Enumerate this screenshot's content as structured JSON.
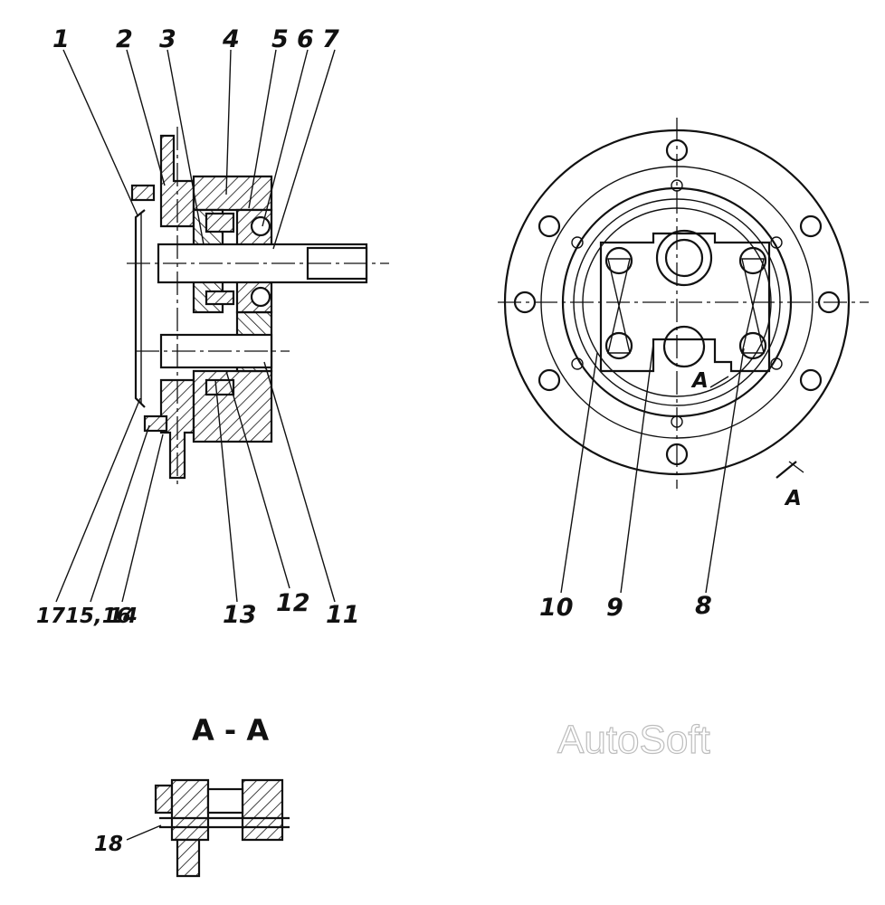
{
  "side_view": {
    "labels_top": [
      "1",
      "2",
      "3",
      "4",
      "5",
      "6",
      "7"
    ],
    "labels_bottom": [
      "17",
      "15,16",
      "14",
      "13",
      "12",
      "11"
    ]
  },
  "front_view": {
    "labels_bottom": [
      "10",
      "9",
      "8"
    ],
    "section_marker": "A",
    "section_marker_2": "A"
  },
  "section_view": {
    "title": "A - A",
    "label": "18"
  },
  "watermark": "AutoSoft"
}
